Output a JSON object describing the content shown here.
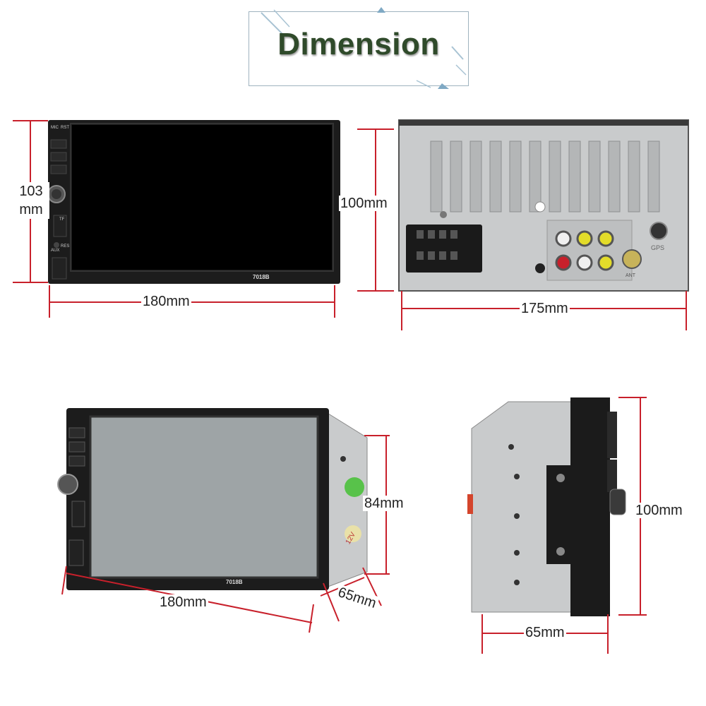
{
  "title": "Dimension",
  "model_label": "7018B",
  "dims": {
    "front_height": "103\nmm",
    "front_width": "180mm",
    "back_height": "100mm",
    "back_width": "175mm",
    "persp_height": "84mm",
    "persp_width": "180mm",
    "persp_depth": "65mm",
    "side_height": "100mm",
    "side_depth": "65mm"
  },
  "panel_labels": {
    "mic": "MIC",
    "rst": "RST",
    "tf": "TF",
    "aux": "AUX",
    "res": "RES",
    "gps": "GPS",
    "ant": "ANT",
    "volt": "12V"
  },
  "colors": {
    "dimension_line": "#c8202b",
    "device_body": "#1a1a1a",
    "metal": "#c9cbcc",
    "title_text": "#2f4a2a"
  }
}
